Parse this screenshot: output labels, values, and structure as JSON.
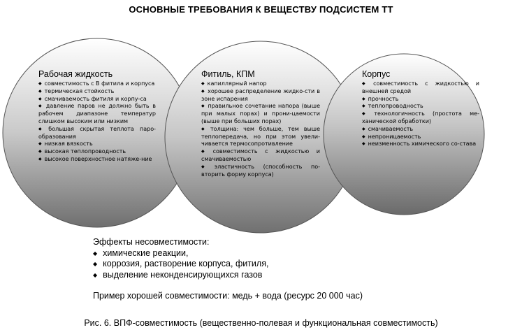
{
  "title": "ОСНОВНЫЕ ТРЕБОВАНИЯ К ВЕЩЕСТВУ ПОДСИСТЕМ ТТ",
  "circles": [
    {
      "heading": "Рабочая жидкость",
      "items": [
        "совместимость с В фитила и корпуса",
        "термическая стойкость",
        "смачиваемость фитиля и корпу-са",
        "давление паров не должно быть в рабочем диапазоне температур слишком высоким или низким",
        "большая скрытая теплота паро-образования",
        "низкая вязкость",
        "высокая теплопроводность",
        "высокое поверхностное натяже-ние"
      ]
    },
    {
      "heading": "Фитиль, КПМ",
      "items": [
        "капиллярный напор",
        "хорошее распределение жидко-сти в зоне испарения",
        "правильное сочетание напора (выше при малых порах) и прони-цаемости (выше при больших порах)",
        "толщина: чем больше, тем выше теплопередача, но при этом увели-чивается термосопротивление",
        "совместимость с жидкостью и смачиваемостью",
        "эластичность (способность по-вторить форму корпуса)"
      ]
    },
    {
      "heading": "Корпус",
      "items": [
        "совместимость с жидкостью и внешней средой",
        "прочность",
        "теплопроводность",
        "технологичность (простота ме-ханической обработки)",
        "смачиваемость",
        "непроницаемость",
        "неизменность химического со-става"
      ]
    }
  ],
  "effects": {
    "heading": "Эффекты несовместимости:",
    "items": [
      "химические реакции,",
      "коррозия, растворение корпуса, фитиля,",
      "выделение неконденсирующихся газов"
    ]
  },
  "example": "Пример хорошей совместимости: медь + вода (ресурс 20 000 час)",
  "caption": "Рис. 6. ВПФ-совместимость (вещественно-полевая и функциональная совместимость)"
}
